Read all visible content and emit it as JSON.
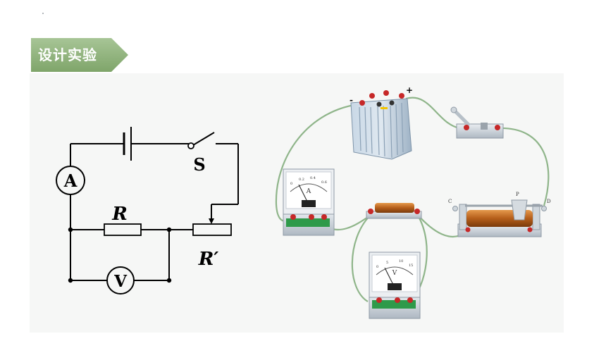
{
  "header": {
    "title": "设计实验"
  },
  "schematic": {
    "labels": {
      "ammeter": "A",
      "voltmeter": "V",
      "switch": "S",
      "resistor": "R",
      "rheostat": "R′"
    }
  },
  "apparatus": {
    "battery_minus": "-",
    "battery_plus": "+",
    "ammeter_face": "A",
    "ammeter_scale": [
      "0",
      "0.2",
      "0.4",
      "0.6"
    ],
    "voltmeter_face": "V",
    "voltmeter_scale": [
      "0",
      "5",
      "10",
      "15"
    ],
    "rheostat_terminals": {
      "c": "C",
      "d": "D",
      "p": "P"
    }
  },
  "colors": {
    "badge": "#8fb07c",
    "wire": "#8fb58a",
    "schematic_line": "#000000"
  }
}
